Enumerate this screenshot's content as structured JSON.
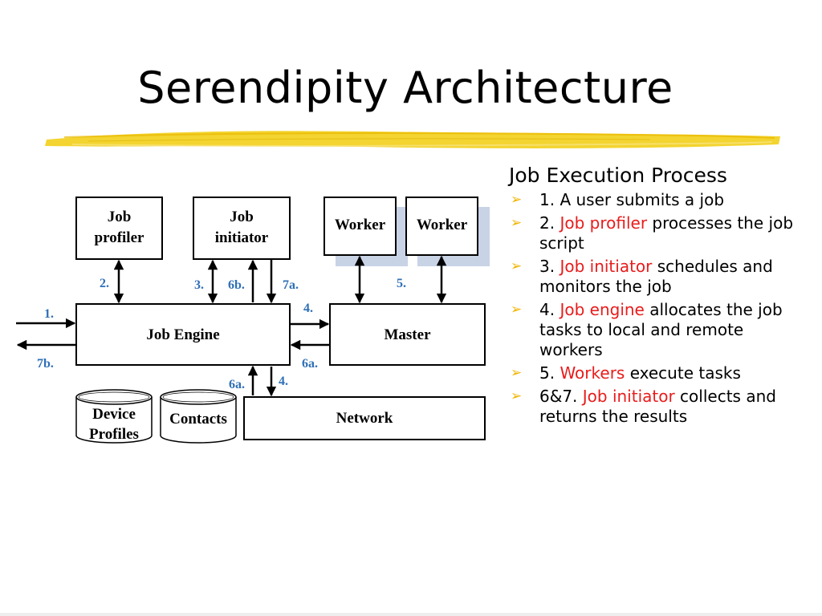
{
  "slide": {
    "title": "Serendipity Architecture"
  },
  "colors": {
    "highlight": "#f2cf1a",
    "accent_red": "#e81c1c",
    "step_blue": "#2f6fb6",
    "bullet": "#f0b400",
    "worker_shadow": "#c9d3e6"
  },
  "diagram": {
    "boxes": {
      "job_profiler": [
        "Job",
        "profiler"
      ],
      "job_initiator": [
        "Job",
        "initiator"
      ],
      "worker_1": "Worker",
      "worker_2": "Worker",
      "job_engine": "Job Engine",
      "master": "Master",
      "network": "Network",
      "device_profiles": [
        "Device",
        "Profiles"
      ],
      "contacts": "Contacts"
    },
    "steps": {
      "s1": "1.",
      "s7b": "7b.",
      "s2": "2.",
      "s3": "3.",
      "s6b": "6b.",
      "s7a": "7a.",
      "s4_master": "4.",
      "s6a_master": "6a.",
      "s5": "5.",
      "s6a_network": "6a.",
      "s4_network": "4."
    }
  },
  "panel": {
    "heading": "Job Execution Process",
    "bullet_icon": "arrow-bullet",
    "items": [
      {
        "prefix": "1. A user submits a job",
        "highlight": "",
        "suffix": ""
      },
      {
        "prefix": "2. ",
        "highlight": "Job profiler",
        "suffix": " processes the job script"
      },
      {
        "prefix": "3. ",
        "highlight": "Job initiator",
        "suffix": " schedules and monitors the job"
      },
      {
        "prefix": "4. ",
        "highlight": "Job engine",
        "suffix": " allocates the job tasks to local and remote workers"
      },
      {
        "prefix": "5. ",
        "highlight": "Workers",
        "suffix": " execute tasks"
      },
      {
        "prefix": "6&7. ",
        "highlight": "Job initiator",
        "suffix": " collects and returns the results"
      }
    ]
  }
}
